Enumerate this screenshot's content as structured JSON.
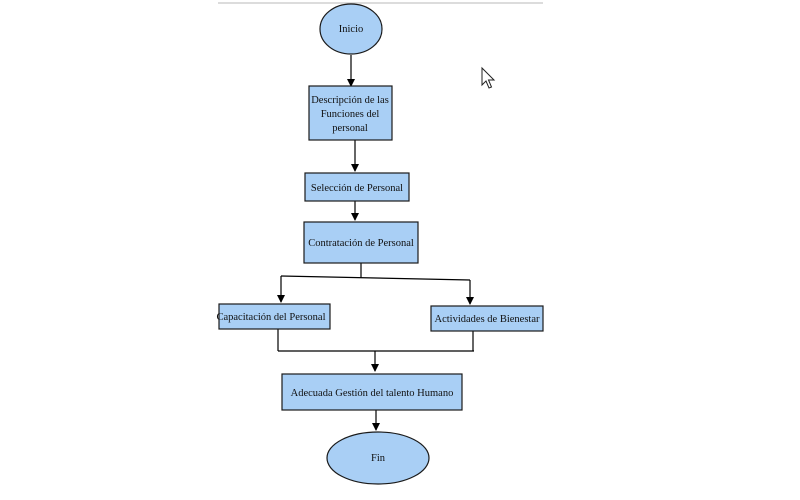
{
  "diagram": {
    "colors": {
      "node_fill": "#a9cff5",
      "node_stroke": "#1a1a1a",
      "connector": "#000000",
      "background": "#ffffff"
    },
    "nodes": {
      "start": {
        "label": "Inicio",
        "shape": "ellipse"
      },
      "description": {
        "label_lines": [
          "Descripción de las",
          "Funciones del",
          "personal"
        ],
        "shape": "rectangle"
      },
      "selection": {
        "label": "Selección de Personal",
        "shape": "rectangle"
      },
      "hiring": {
        "label": "Contratación de Personal",
        "shape": "rectangle"
      },
      "training": {
        "label": "Capacitación del Personal",
        "shape": "rectangle"
      },
      "welfare": {
        "label": "Actividades de Bienestar",
        "shape": "rectangle"
      },
      "management": {
        "label": "Adecuada Gestión del talento Humano",
        "shape": "rectangle"
      },
      "end": {
        "label": "Fin",
        "shape": "ellipse"
      }
    },
    "edges": [
      {
        "from": "start",
        "to": "description"
      },
      {
        "from": "description",
        "to": "selection"
      },
      {
        "from": "selection",
        "to": "hiring"
      },
      {
        "from": "hiring",
        "to": "training"
      },
      {
        "from": "hiring",
        "to": "welfare"
      },
      {
        "from": "training",
        "to": "management"
      },
      {
        "from": "welfare",
        "to": "management"
      },
      {
        "from": "management",
        "to": "end"
      }
    ]
  },
  "screen": {
    "cursor_icon": "mouse-pointer-icon"
  }
}
